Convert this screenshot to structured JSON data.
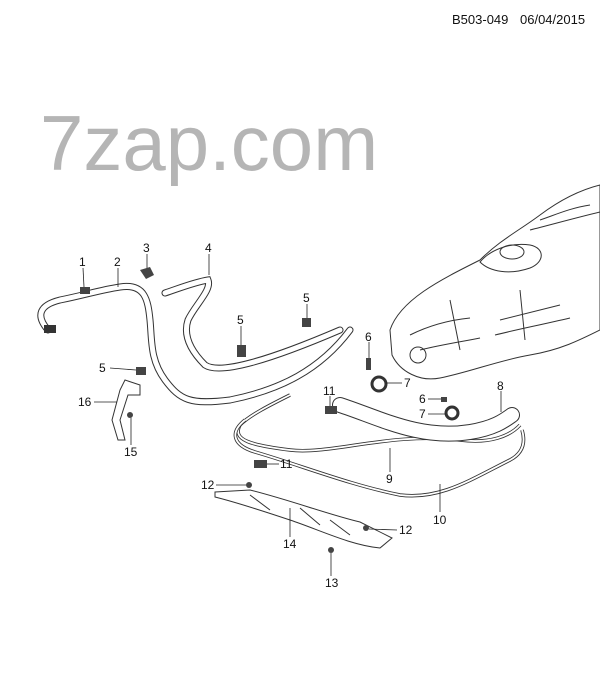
{
  "header": {
    "diagram_code": "B503-049",
    "date": "06/04/2015"
  },
  "watermark": "7zap.com",
  "callouts": [
    {
      "id": "c1",
      "text": "1"
    },
    {
      "id": "c2",
      "text": "2"
    },
    {
      "id": "c3",
      "text": "3"
    },
    {
      "id": "c4",
      "text": "4"
    },
    {
      "id": "c5a",
      "text": "5"
    },
    {
      "id": "c5b",
      "text": "5"
    },
    {
      "id": "c5c",
      "text": "5"
    },
    {
      "id": "c6a",
      "text": "6"
    },
    {
      "id": "c7a",
      "text": "7"
    },
    {
      "id": "c6b",
      "text": "6"
    },
    {
      "id": "c7b",
      "text": "7"
    },
    {
      "id": "c8",
      "text": "8"
    },
    {
      "id": "c11a",
      "text": "11"
    },
    {
      "id": "c11b",
      "text": "11"
    },
    {
      "id": "c9",
      "text": "9"
    },
    {
      "id": "c10",
      "text": "10"
    },
    {
      "id": "c12a",
      "text": "12"
    },
    {
      "id": "c12b",
      "text": "12"
    },
    {
      "id": "c14",
      "text": "14"
    },
    {
      "id": "c13",
      "text": "13"
    },
    {
      "id": "c16",
      "text": "16"
    },
    {
      "id": "c15",
      "text": "15"
    }
  ]
}
